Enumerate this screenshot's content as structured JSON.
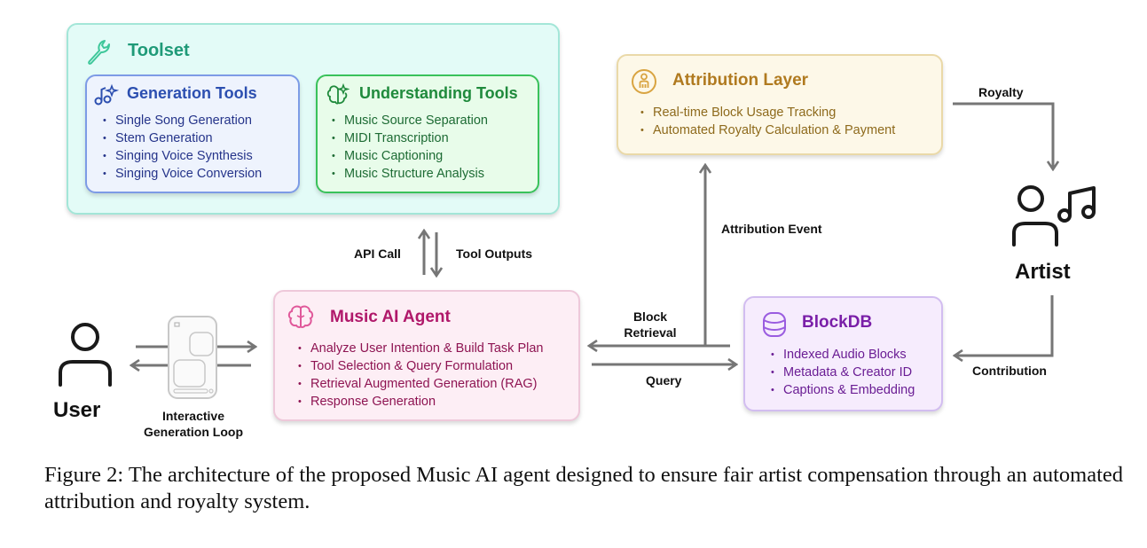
{
  "toolset": {
    "title": "Toolset",
    "icon": "wrench-icon",
    "generation_tools": {
      "title": "Generation Tools",
      "icon": "music-sparkle-icon",
      "items": [
        "Single Song Generation",
        "Stem Generation",
        "Singing Voice Synthesis",
        "Singing Voice Conversion"
      ]
    },
    "understanding_tools": {
      "title": "Understanding Tools",
      "icon": "brain-sparkle-icon",
      "items": [
        "Music Source Separation",
        "MIDI Transcription",
        "Music Captioning",
        "Music Structure Analysis"
      ]
    }
  },
  "attribution_layer": {
    "title": "Attribution Layer",
    "icon": "person-circle-icon",
    "items": [
      "Real-time Block Usage Tracking",
      "Automated Royalty Calculation & Payment"
    ]
  },
  "music_ai_agent": {
    "title": "Music AI Agent",
    "icon": "brain-icon",
    "items": [
      "Analyze User Intention & Build Task Plan",
      "Tool Selection & Query Formulation",
      "Retrieval Augmented Generation (RAG)",
      "Response Generation"
    ]
  },
  "blockdb": {
    "title": "BlockDB",
    "icon": "database-icon",
    "items": [
      "Indexed Audio Blocks",
      "Metadata & Creator ID",
      "Captions & Embedding"
    ]
  },
  "actors": {
    "user": {
      "label": "User",
      "icon": "user-icon"
    },
    "artist": {
      "label": "Artist",
      "icon": "artist-music-icon"
    }
  },
  "edges": {
    "api_call": "API Call",
    "tool_outputs": "Tool Outputs",
    "interactive_loop": "Interactive\nGeneration Loop",
    "block_retrieval": "Block\nRetrieval",
    "query": "Query",
    "attribution_event": "Attribution Event",
    "royalty": "Royalty",
    "contribution": "Contribution"
  },
  "colors": {
    "toolset": "#1f9a78",
    "generation": "#2c4fb0",
    "understanding": "#1f8a3c",
    "attribution": "#b07a1f",
    "agent": "#b0186a",
    "blockdb": "#7a1fa8",
    "arrow": "#767676"
  },
  "caption": "Figure 2: The architecture of the proposed Music AI agent designed to ensure fair artist compensation through an automated attribution and royalty system."
}
